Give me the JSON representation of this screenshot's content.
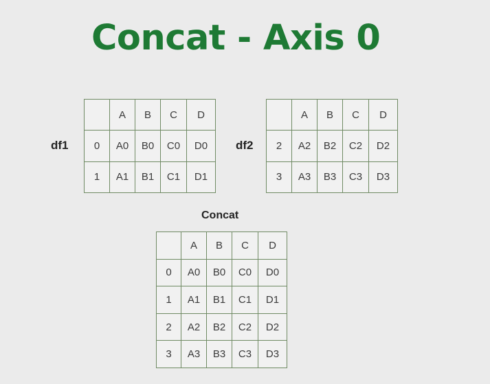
{
  "title": "Concat - Axis 0",
  "df1": {
    "label": "df1",
    "columns": [
      "",
      "A",
      "B",
      "C",
      "D"
    ],
    "rows": [
      [
        "0",
        "A0",
        "B0",
        "C0",
        "D0"
      ],
      [
        "1",
        "A1",
        "B1",
        "C1",
        "D1"
      ]
    ]
  },
  "df2": {
    "label": "df2",
    "columns": [
      "",
      "A",
      "B",
      "C",
      "D"
    ],
    "rows": [
      [
        "2",
        "A2",
        "B2",
        "C2",
        "D2"
      ],
      [
        "3",
        "A3",
        "B3",
        "C3",
        "D3"
      ]
    ]
  },
  "concat": {
    "label": "Concat",
    "columns": [
      "",
      "A",
      "B",
      "C",
      "D"
    ],
    "rows": [
      [
        "0",
        "A0",
        "B0",
        "C0",
        "D0"
      ],
      [
        "1",
        "A1",
        "B1",
        "C1",
        "D1"
      ],
      [
        "2",
        "A2",
        "B2",
        "C2",
        "D2"
      ],
      [
        "3",
        "A3",
        "B3",
        "C3",
        "D3"
      ]
    ]
  },
  "colors": {
    "title": "#1e7a34",
    "grid_border": "#6f8a63",
    "background": "#ebebeb"
  }
}
